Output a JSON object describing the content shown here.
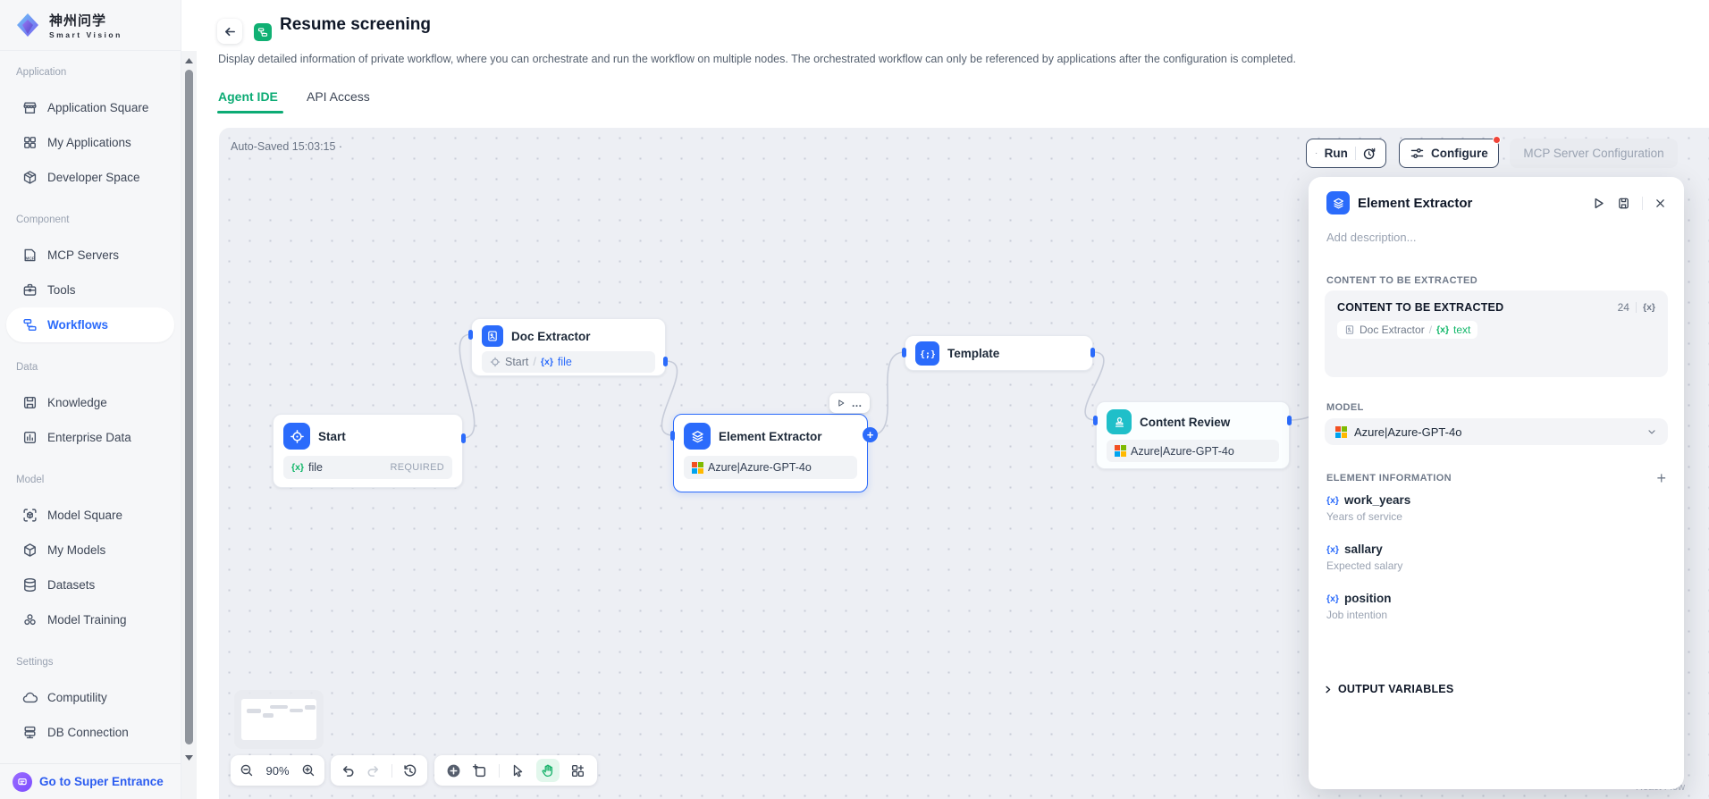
{
  "brand": {
    "name": "神州问学",
    "subtitle": "Smart Vision"
  },
  "sidebar": {
    "sections": [
      {
        "label": "Application",
        "items": [
          {
            "label": "Application Square",
            "icon": "storefront-icon"
          },
          {
            "label": "My Applications",
            "icon": "apps-grid-icon"
          },
          {
            "label": "Developer Space",
            "icon": "package-icon"
          }
        ]
      },
      {
        "label": "Component",
        "items": [
          {
            "label": "MCP Servers",
            "icon": "mcp-file-icon"
          },
          {
            "label": "Tools",
            "icon": "briefcase-icon"
          },
          {
            "label": "Workflows",
            "icon": "workflow-icon",
            "active": true
          }
        ]
      },
      {
        "label": "Data",
        "items": [
          {
            "label": "Knowledge",
            "icon": "knowledge-icon"
          },
          {
            "label": "Enterprise Data",
            "icon": "bar-chart-icon"
          }
        ]
      },
      {
        "label": "Model",
        "items": [
          {
            "label": "Model Square",
            "icon": "cube-scan-icon"
          },
          {
            "label": "My Models",
            "icon": "cube-icon"
          },
          {
            "label": "Datasets",
            "icon": "database-icon"
          },
          {
            "label": "Model Training",
            "icon": "training-icon"
          }
        ]
      },
      {
        "label": "Settings",
        "items": [
          {
            "label": "Computility",
            "icon": "cloud-icon"
          },
          {
            "label": "DB Connection",
            "icon": "server-icon"
          }
        ]
      }
    ],
    "footer": {
      "label": "Go to Super Entrance",
      "icon": "super-entrance-icon"
    }
  },
  "header": {
    "title": "Resume screening",
    "description": "Display detailed information of private workflow, where you can orchestrate and run the workflow on multiple nodes. The orchestrated workflow can only be referenced by applications after the configuration is completed.",
    "tabs": [
      {
        "label": "Agent IDE",
        "active": true
      },
      {
        "label": "API Access",
        "active": false
      }
    ]
  },
  "canvas": {
    "autosave": "Auto-Saved 15:03:15 ·",
    "actions": {
      "run": "Run",
      "configure": "Configure",
      "mcp": "MCP Server Configuration"
    },
    "zoom_level": "90%",
    "attribution": "React Flow",
    "nodes": {
      "start": {
        "title": "Start",
        "var_badge": "{x}",
        "var_name": "file",
        "tag": "REQUIRED"
      },
      "doc_extractor": {
        "title": "Doc Extractor",
        "ref_node": "Start",
        "ref_sep": "/",
        "ref_badge": "{x}",
        "ref_var": "file"
      },
      "element_extractor": {
        "title": "Element Extractor",
        "model": "Azure|Azure-GPT-4o"
      },
      "template": {
        "title": "Template"
      },
      "content_review": {
        "title": "Content Review",
        "model": "Azure|Azure-GPT-4o"
      }
    }
  },
  "panel": {
    "title": "Element Extractor",
    "description_placeholder": "Add description...",
    "content_section": {
      "label": "CONTENT TO BE EXTRACTED",
      "field_label": "CONTENT TO BE EXTRACTED",
      "count": "24",
      "var_badge": "{x}",
      "ref_node": "Doc Extractor",
      "ref_sep": "/",
      "ref_badge": "{x}",
      "ref_var": "text"
    },
    "model_section": {
      "label": "MODEL",
      "value": "Azure|Azure-GPT-4o"
    },
    "element_section": {
      "label": "ELEMENT INFORMATION",
      "items": [
        {
          "badge": "{x}",
          "name": "work_years",
          "desc": "Years of service"
        },
        {
          "badge": "{x}",
          "name": "sallary",
          "desc": "Expected salary"
        },
        {
          "badge": "{x}",
          "name": "position",
          "desc": "Job intention"
        }
      ]
    },
    "output_section": {
      "label": "OUTPUT VARIABLES"
    }
  }
}
